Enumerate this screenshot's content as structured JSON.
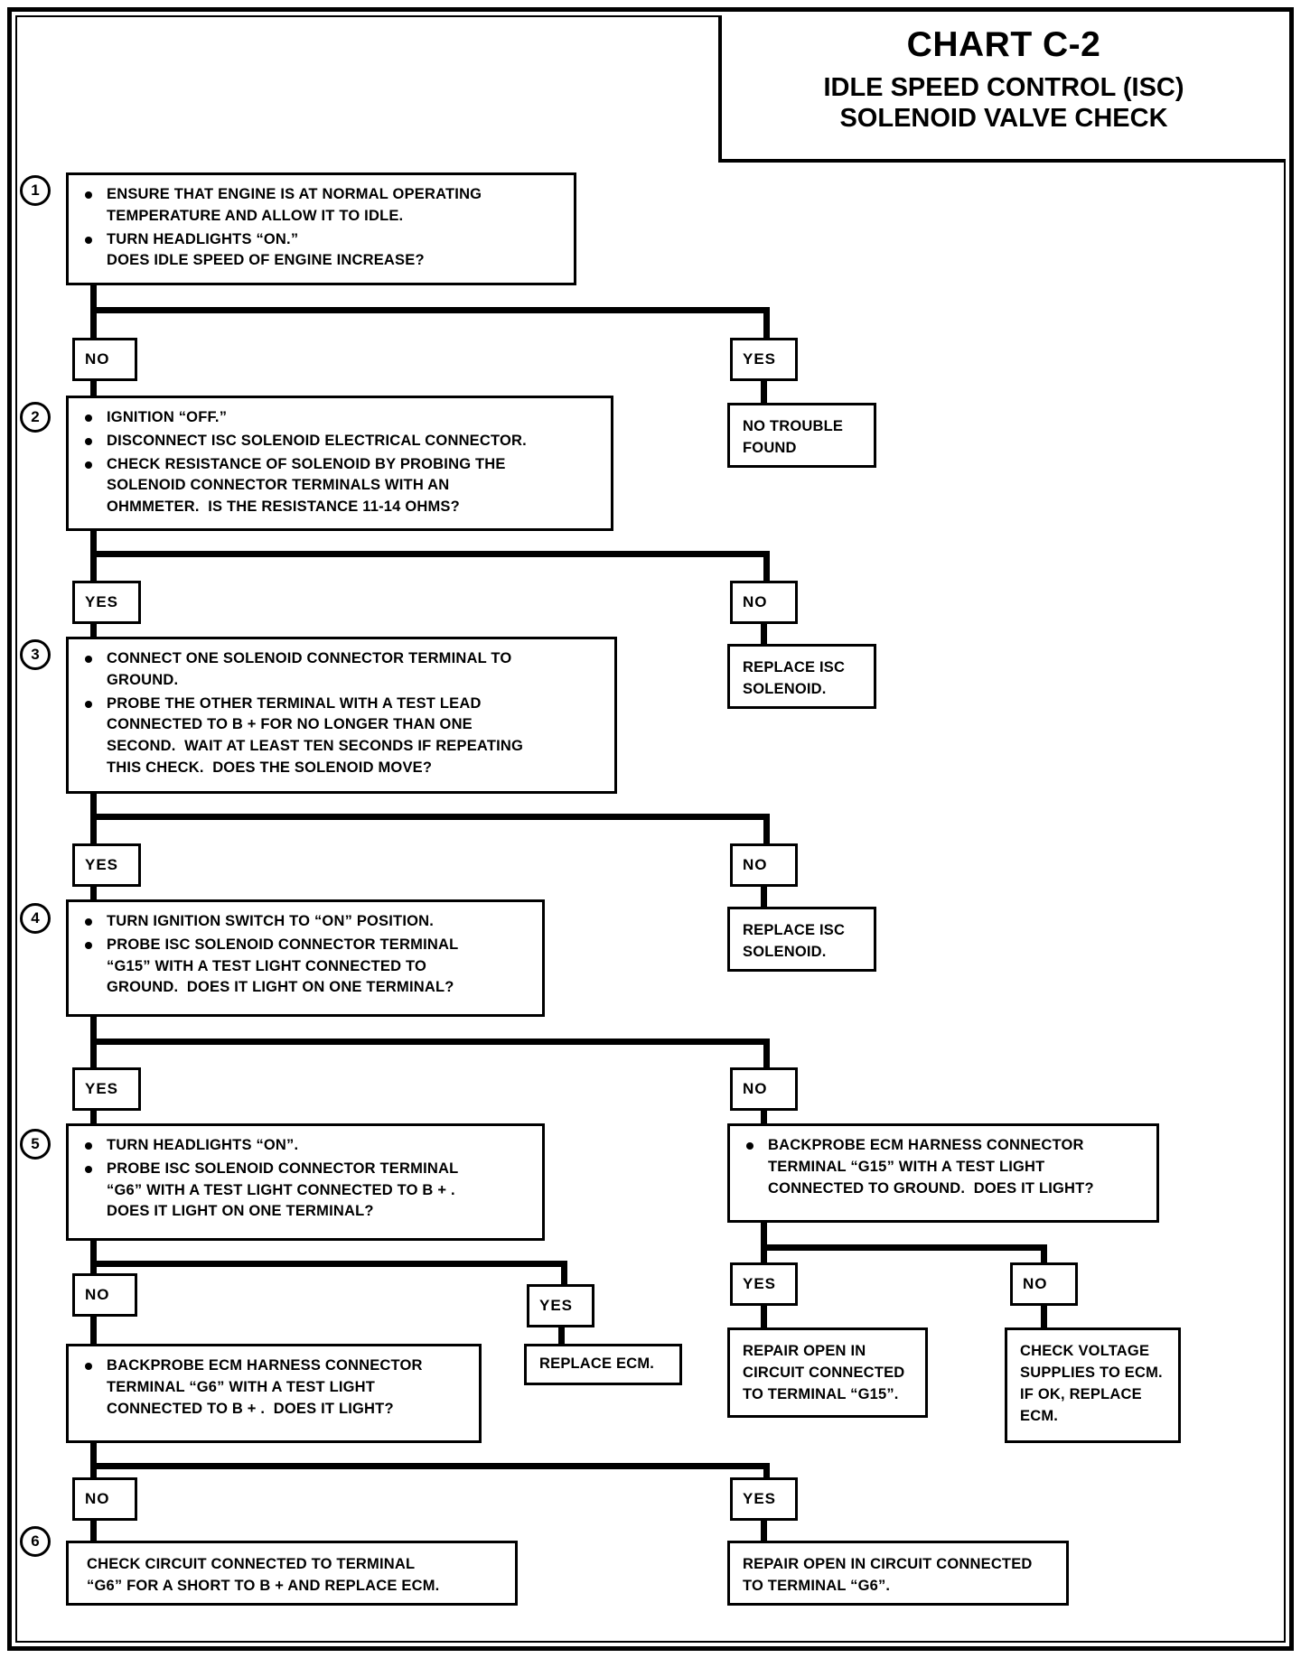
{
  "title": {
    "chart_number": "CHART C-2",
    "line1": "IDLE SPEED CONTROL (ISC)",
    "line2": "SOLENOID VALVE CHECK"
  },
  "labels": {
    "yes": "YES",
    "no": "NO"
  },
  "steps": [
    {
      "number": "1",
      "bullets": [
        "ENSURE THAT ENGINE IS AT NORMAL OPERATING\nTEMPERATURE AND ALLOW IT TO IDLE.",
        "TURN HEADLIGHTS “ON.”\nDOES IDLE SPEED OF ENGINE INCREASE?"
      ]
    },
    {
      "number": "2",
      "bullets": [
        "IGNITION “OFF.”",
        "DISCONNECT ISC SOLENOID ELECTRICAL CONNECTOR.",
        "CHECK RESISTANCE OF SOLENOID BY PROBING THE\nSOLENOID CONNECTOR TERMINALS WITH AN\nOHMMETER.  IS THE RESISTANCE 11-14 OHMS?"
      ]
    },
    {
      "number": "3",
      "bullets": [
        "CONNECT ONE SOLENOID CONNECTOR TERMINAL TO\nGROUND.",
        "PROBE THE OTHER TERMINAL WITH A TEST LEAD\nCONNECTED TO B + FOR NO LONGER THAN ONE\nSECOND.  WAIT AT LEAST TEN SECONDS IF REPEATING\nTHIS CHECK.  DOES THE SOLENOID MOVE?"
      ]
    },
    {
      "number": "4",
      "bullets": [
        "TURN IGNITION SWITCH TO “ON” POSITION.",
        "PROBE ISC SOLENOID CONNECTOR TERMINAL\n“G15” WITH A TEST LIGHT CONNECTED TO\nGROUND.  DOES IT LIGHT ON ONE TERMINAL?"
      ]
    },
    {
      "number": "5",
      "bullets": [
        "TURN HEADLIGHTS “ON”.",
        "PROBE ISC SOLENOID CONNECTOR TERMINAL\n“G6” WITH A TEST LIGHT CONNECTED TO B + .\nDOES IT LIGHT ON ONE TERMINAL?"
      ]
    },
    {
      "number": "6",
      "bullets": [
        "CHECK CIRCUIT CONNECTED TO TERMINAL\n“G6” FOR A SHORT TO B + AND REPLACE ECM."
      ]
    }
  ],
  "results": {
    "no_trouble_found": "NO TROUBLE\nFOUND",
    "replace_isc_solenoid_2": "REPLACE ISC\nSOLENOID.",
    "replace_isc_solenoid_3": "REPLACE ISC\nSOLENOID.",
    "replace_ecm": "REPLACE ECM.",
    "repair_open_g15": "REPAIR OPEN IN\nCIRCUIT CONNECTED\nTO TERMINAL “G15”.",
    "check_voltage_supplies": "CHECK VOLTAGE\nSUPPLIES TO\nECM.  IF OK,\nREPLACE ECM.",
    "repair_open_g6": "REPAIR OPEN IN CIRCUIT\nCONNECTED TO TERMINAL “G6”."
  },
  "branch_boxes": {
    "backprobe_g15": [
      "BACKPROBE ECM HARNESS CONNECTOR\nTERMINAL “G15” WITH A TEST LIGHT\nCONNECTED TO GROUND.  DOES IT LIGHT?"
    ],
    "backprobe_g6": [
      "BACKPROBE ECM HARNESS CONNECTOR\nTERMINAL “G6” WITH A TEST LIGHT\nCONNECTED TO B + .  DOES IT LIGHT?"
    ]
  }
}
